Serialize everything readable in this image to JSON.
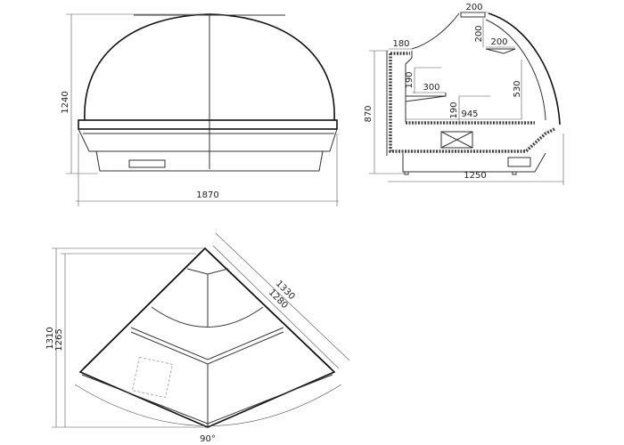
{
  "front_view": {
    "height": "1240",
    "width": "1870"
  },
  "side_view": {
    "height": "870",
    "depth": "1250",
    "top_width": "180",
    "top_lamp_width": "200",
    "lamp_drop": "200",
    "lamp_width": "200",
    "shelf_height": "190",
    "shelf_depth": "300",
    "deck_clearance": "190",
    "deck_depth": "945",
    "front_glass_height": "530"
  },
  "plan_view": {
    "depth_outer": "1310",
    "depth_inner": "1265",
    "side_outer": "1330",
    "side_inner": "1280",
    "angle": "90°"
  }
}
